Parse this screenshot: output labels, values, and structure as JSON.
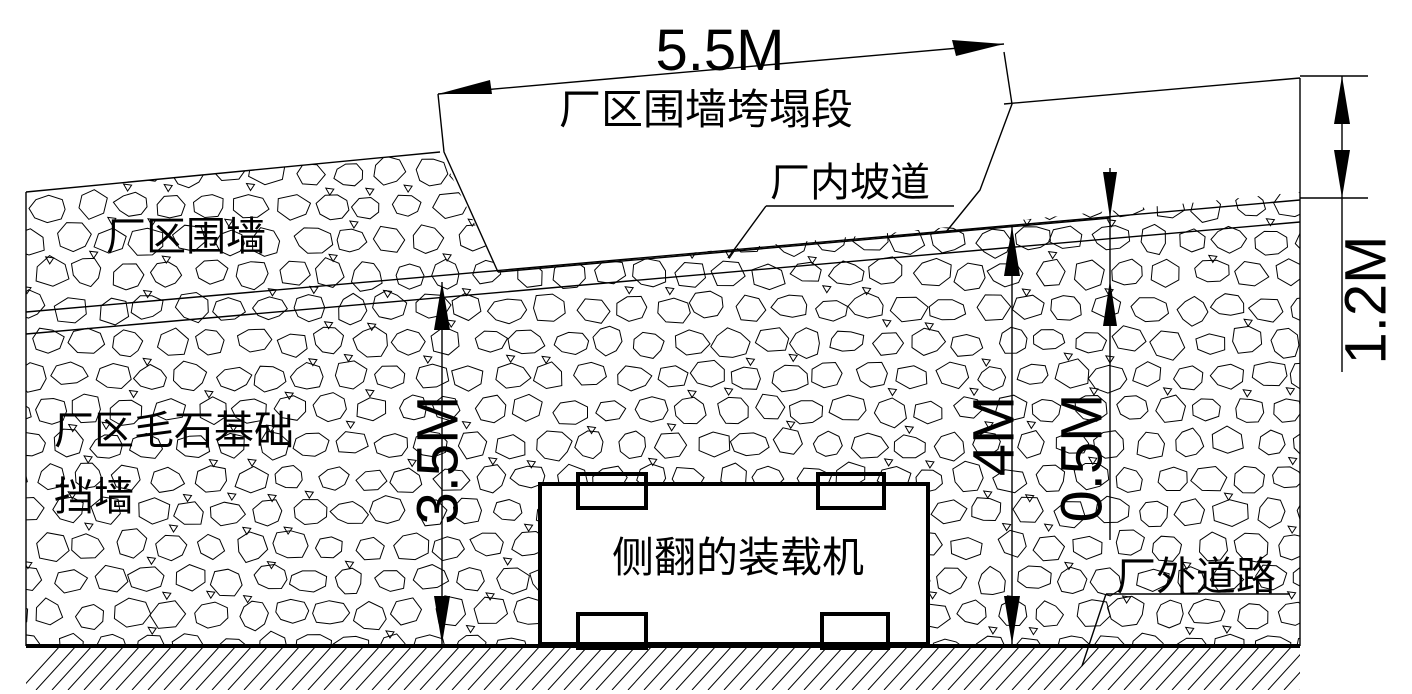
{
  "labels": {
    "collapse_section": "厂区围墙垮塌段",
    "inner_ramp": "厂内坡道",
    "plant_wall": "厂区围墙",
    "rubble_foundation_line1": "厂区毛石基础",
    "rubble_foundation_line2": "挡墙",
    "loader": "侧翻的装载机",
    "outer_road": "厂外道路"
  },
  "dimensions": {
    "collapse_width": "5.5M",
    "wall_height": "3.5M",
    "gap_height": "4M",
    "ramp_offset": "0.5M",
    "wall_top_height": "1.2M"
  },
  "colors": {
    "line": "#000000",
    "background": "#ffffff"
  }
}
